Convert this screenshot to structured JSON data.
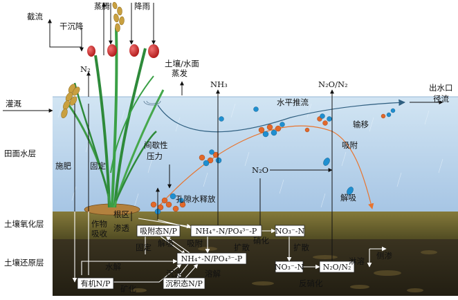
{
  "labels": {
    "interception": "截流",
    "dry_deposition": "干沉降",
    "evaporation": "蒸腾",
    "rainfall": "降雨",
    "n2": "N₂",
    "soil_water_evaporation_1": "土壤/水面",
    "soil_water_evaporation_2": "蒸发",
    "nh3": "NH₃",
    "n2o_n2_top": "N₂O/N₂",
    "outlet_runoff_1": "出水口",
    "outlet_runoff_2": "径流",
    "irrigation": "灌溉",
    "horizontal_flow": "水平推流",
    "migration": "输移",
    "adsorption": "吸附",
    "field_water_layer": "田面水层",
    "fertilization": "施肥",
    "fixation": "固定",
    "intermittent_pressure_1": "间歇性",
    "intermittent_pressure_2": "压力",
    "n2o_mid": "N₂O",
    "desorption": "解吸",
    "pore_water_release": "孔隙水释放",
    "root_zone": "根区",
    "infiltration": "渗透",
    "crop_absorption_1": "作物",
    "crop_absorption_2": "吸收",
    "soil_oxidation_layer": "土壤氧化层",
    "nitrification": "硝化",
    "fixation_lower": "固定",
    "desorption_lower": "解吸",
    "adsorption_lower": "吸附",
    "diffusion_upper": "扩散",
    "diffusion_lower": "扩散",
    "soil_reduction_layer": "土壤还原层",
    "hydrolysis": "水解",
    "precipitation": "沉淀",
    "dissolution": "溶解",
    "mineralization": "矿化",
    "leaching": "淋溶",
    "lateral_seepage": "侧渗",
    "denitrification": "反硝化"
  },
  "boxes": {
    "adsorbed": "吸附态N/P",
    "nh4_po4_upper": "NH₄⁺-N/PO₄³⁻-P",
    "no3_upper": "NO₃⁻-N",
    "nh4_po4_lower": "NH₄⁺-N/PO₄³⁻-P",
    "no3_lower": "NO₃⁻-N",
    "n2o_n2_lower": "N₂O/N₂",
    "organic": "有机N/P",
    "sediment": "沉积态N/P"
  },
  "colors": {
    "water_top": "#c9dff0",
    "water_bottom": "#a9c8e6",
    "oxidation_layer": "#6f6a2c",
    "reduction_layer": "#2f2a1a",
    "particle_orange": "#e2682a",
    "particle_blue": "#1f8fd0",
    "migration_curve": "#e8742e",
    "flow_curve": "#2f5f80",
    "rice_stem": "#2e8a3a",
    "rice_grain": "#c9a040",
    "rain_drop": "#c8262a"
  }
}
